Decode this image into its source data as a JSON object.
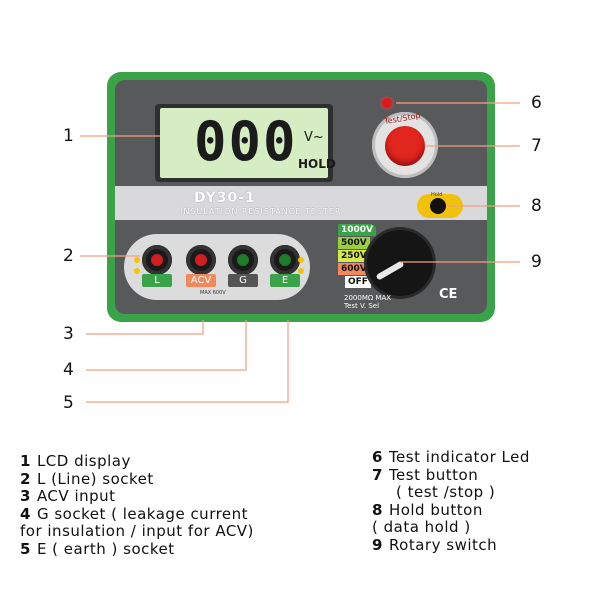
{
  "device": {
    "lcd_digits": "000",
    "lcd_unit": "V~",
    "lcd_hold": "HOLD",
    "model": "DY30-1",
    "subtitle": "INSULATION RESISTANCE TESTER",
    "test_button_text": "Test/Stop",
    "hold_button_text": "Hold",
    "sockets": [
      {
        "label": "L",
        "color": "#3aa34a",
        "core": "#d01f1f"
      },
      {
        "label": "ACV",
        "color": "#f08a5d",
        "core": "#d01f1f"
      },
      {
        "label": "G",
        "color": "#555555",
        "core": "#1f7a2a"
      },
      {
        "label": "E",
        "color": "#3aa34a",
        "core": "#1f7a2a"
      }
    ],
    "max_note": "MAX 600V",
    "ranges": [
      {
        "label": "1000V",
        "color": "#3aa34a",
        "text_color": "#ffffff"
      },
      {
        "label": "500V",
        "color": "#9ccf3c",
        "text_color": "#111111"
      },
      {
        "label": "250V",
        "color": "#d8e84a",
        "text_color": "#111111"
      },
      {
        "label": "600V",
        "color": "#f08a5d",
        "text_color": "#111111"
      },
      {
        "label": "OFF",
        "color": "#ffffff",
        "text_color": "#111111"
      }
    ],
    "switch_footer_1": "2000MΩ MAX",
    "switch_footer_2": "Test V. Sel",
    "ce_mark": "CE"
  },
  "callouts": [
    "1",
    "2",
    "3",
    "4",
    "5",
    "6",
    "7",
    "8",
    "9"
  ],
  "legend_left": [
    {
      "num": "1",
      "text": "LCD display"
    },
    {
      "num": "2",
      "text": "L (Line) socket"
    },
    {
      "num": "3",
      "text": "ACV input"
    },
    {
      "num": "4",
      "text": "G socket ( leakage current"
    },
    {
      "num": "",
      "text": "for insulation / input for ACV)"
    },
    {
      "num": "5",
      "text": "E ( earth ) socket"
    }
  ],
  "legend_right": [
    {
      "num": "6",
      "text": "Test indicator Led"
    },
    {
      "num": "7",
      "text": "Test button"
    },
    {
      "num": "",
      "text": "( test /stop )"
    },
    {
      "num": "8",
      "text": "Hold button"
    },
    {
      "num": "",
      "text": "( data hold )"
    },
    {
      "num": "9",
      "text": "Rotary switch"
    }
  ]
}
